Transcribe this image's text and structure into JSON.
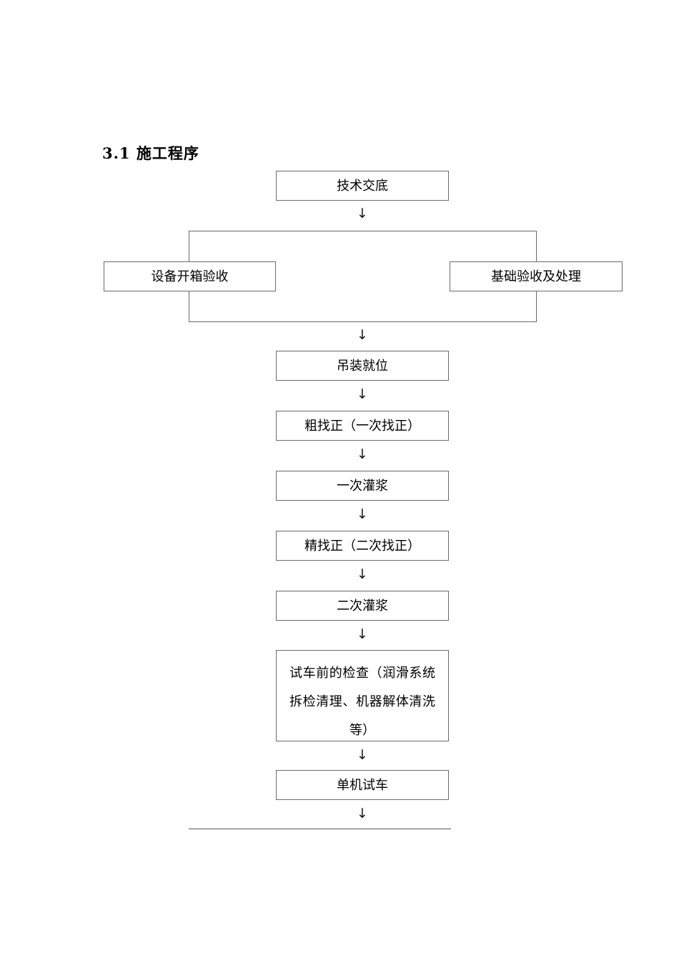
{
  "document": {
    "heading": "3.1 施工程序",
    "heading_number": "3.1",
    "heading_text": "施工程序",
    "background_color": "#ffffff",
    "text_color": "#000000",
    "box_border_color": "#6b6b6b"
  },
  "flowchart": {
    "type": "flowchart",
    "orientation": "top-to-bottom",
    "nodes": [
      {
        "id": "n1",
        "label": "技术交底"
      },
      {
        "id": "n2",
        "label": "设备开箱验收"
      },
      {
        "id": "n3",
        "label": "基础验收及处理"
      },
      {
        "id": "n4",
        "label": "吊装就位"
      },
      {
        "id": "n5",
        "label": "粗找正（一次找正）"
      },
      {
        "id": "n6",
        "label": "一次灌浆"
      },
      {
        "id": "n7",
        "label": "精找正（二次找正）"
      },
      {
        "id": "n8",
        "label": "二次灌浆"
      },
      {
        "id": "n9",
        "label": "试车前的检查（润滑系统拆检清理、机器解体清洗等）",
        "lines": [
          "试车前的检查（润滑系统",
          "拆检清理、机器解体清洗",
          "等）"
        ]
      },
      {
        "id": "n10",
        "label": "单机试车"
      },
      {
        "id": "n11",
        "label": ""
      }
    ],
    "edges": [
      {
        "from": "n1",
        "to": "split",
        "glyph": "↓"
      },
      {
        "from": "merge",
        "to": "n4",
        "glyph": "↓"
      },
      {
        "from": "n4",
        "to": "n5",
        "glyph": "↓"
      },
      {
        "from": "n5",
        "to": "n6",
        "glyph": "↓"
      },
      {
        "from": "n6",
        "to": "n7",
        "glyph": "↓"
      },
      {
        "from": "n7",
        "to": "n8",
        "glyph": "↓"
      },
      {
        "from": "n8",
        "to": "n9",
        "glyph": "↓"
      },
      {
        "from": "n9",
        "to": "n10",
        "glyph": "↓"
      },
      {
        "from": "n10",
        "to": "n11",
        "glyph": "↓"
      }
    ],
    "arrow_glyph": "↓",
    "note": "n2 and n3 are parallel branches joined by a split/merge rectangle; n11 is cut off at the bottom of the page showing only its top edge"
  }
}
